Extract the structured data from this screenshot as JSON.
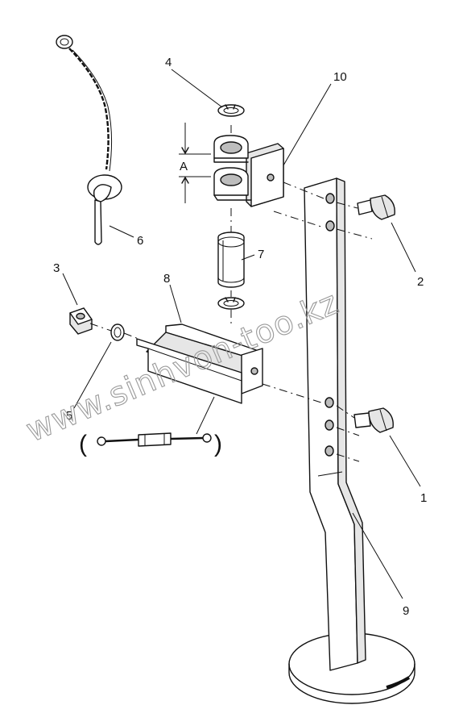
{
  "callouts": {
    "c1": "1",
    "c2": "2",
    "c3": "3",
    "c4": "4",
    "c5": "5",
    "c6": "6",
    "c7": "7",
    "c8": "8",
    "c9": "9",
    "c10": "10"
  },
  "dimension_label": "A",
  "watermark": "www.sinhvon-too.kz",
  "accessory_brackets": {
    "open": "(",
    "close": ")"
  }
}
